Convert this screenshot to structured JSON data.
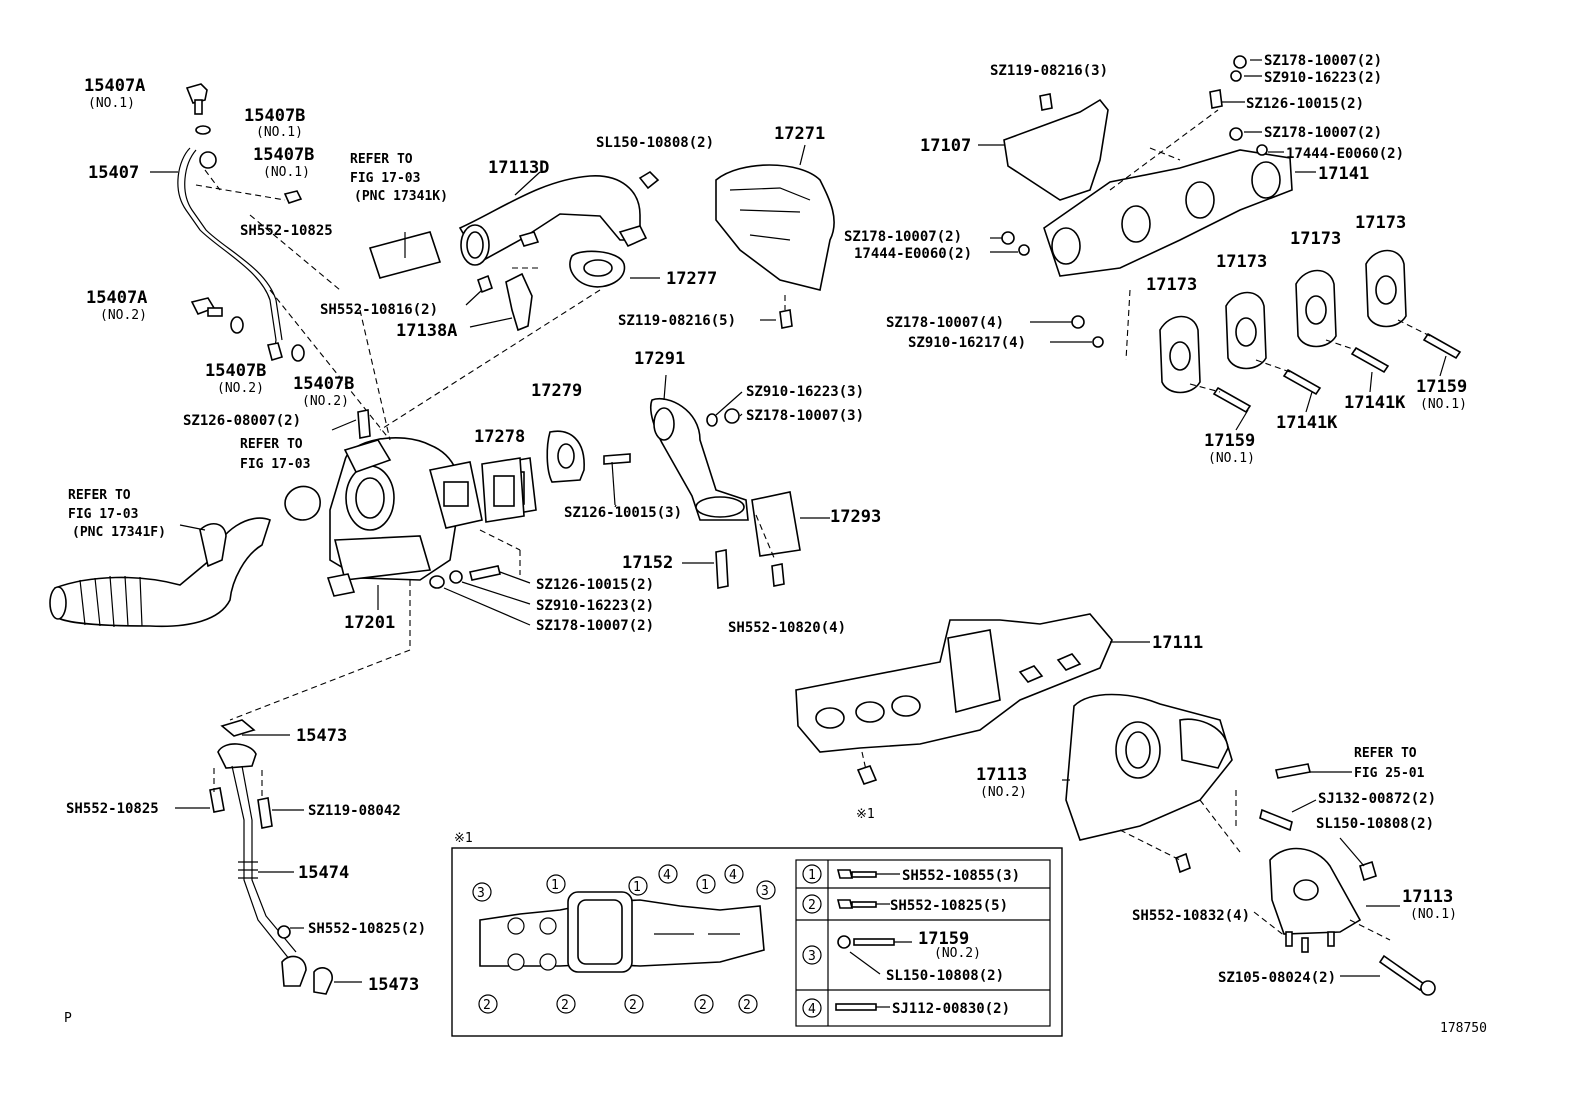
{
  "callouts": [
    {
      "id": "c1",
      "text": "15407A",
      "cls": "big"
    },
    {
      "id": "c2",
      "text": "(NO.1)",
      "cls": "sub"
    },
    {
      "id": "c3",
      "text": "15407B",
      "cls": "big"
    },
    {
      "id": "c4",
      "text": "(NO.1)",
      "cls": "sub"
    },
    {
      "id": "c5",
      "text": "15407B",
      "cls": "big"
    },
    {
      "id": "c6",
      "text": "(NO.1)",
      "cls": "sub"
    },
    {
      "id": "c7",
      "text": "15407",
      "cls": "big"
    },
    {
      "id": "c8",
      "text": "SH552-10825",
      "cls": "pn"
    },
    {
      "id": "c9",
      "text": "15407A",
      "cls": "big"
    },
    {
      "id": "c10",
      "text": "(NO.2)",
      "cls": "sub"
    },
    {
      "id": "c11",
      "text": "15407B",
      "cls": "big"
    },
    {
      "id": "c12",
      "text": "(NO.2)",
      "cls": "sub"
    },
    {
      "id": "c13",
      "text": "15407B",
      "cls": "big"
    },
    {
      "id": "c14",
      "text": "(NO.2)",
      "cls": "sub"
    },
    {
      "id": "c15",
      "text": "SZ126-08007(2)",
      "cls": "pn"
    },
    {
      "id": "c16",
      "text": "REFER TO",
      "cls": "note"
    },
    {
      "id": "c17",
      "text": "FIG 17-03",
      "cls": "note"
    },
    {
      "id": "c18",
      "text": "(PNC 17341K)",
      "cls": "note"
    },
    {
      "id": "c19",
      "text": "17113D",
      "cls": "big"
    },
    {
      "id": "c20",
      "text": "SL150-10808(2)",
      "cls": "pn"
    },
    {
      "id": "c21",
      "text": "17271",
      "cls": "big"
    },
    {
      "id": "c22",
      "text": "17277",
      "cls": "big"
    },
    {
      "id": "c23",
      "text": "SH552-10816(2)",
      "cls": "pn"
    },
    {
      "id": "c24",
      "text": "17138A",
      "cls": "big"
    },
    {
      "id": "c25",
      "text": "SZ119-08216(5)",
      "cls": "pn"
    },
    {
      "id": "c26",
      "text": "REFER TO",
      "cls": "note"
    },
    {
      "id": "c27",
      "text": "FIG 17-03",
      "cls": "note"
    },
    {
      "id": "c28",
      "text": "REFER TO",
      "cls": "note"
    },
    {
      "id": "c29",
      "text": "FIG 17-03",
      "cls": "note"
    },
    {
      "id": "c30",
      "text": "(PNC 17341F)",
      "cls": "note"
    },
    {
      "id": "c31",
      "text": "17279",
      "cls": "big"
    },
    {
      "id": "c32",
      "text": "17278",
      "cls": "big"
    },
    {
      "id": "c33",
      "text": "17291",
      "cls": "big"
    },
    {
      "id": "c34",
      "text": "SZ910-16223(3)",
      "cls": "pn"
    },
    {
      "id": "c35",
      "text": "SZ178-10007(3)",
      "cls": "pn"
    },
    {
      "id": "c36",
      "text": "SZ126-10015(3)",
      "cls": "pn"
    },
    {
      "id": "c37",
      "text": "17293",
      "cls": "big"
    },
    {
      "id": "c38",
      "text": "17152",
      "cls": "big"
    },
    {
      "id": "c39",
      "text": "SH552-10820(4)",
      "cls": "pn"
    },
    {
      "id": "c40",
      "text": "SZ126-10015(2)",
      "cls": "pn"
    },
    {
      "id": "c41",
      "text": "SZ910-16223(2)",
      "cls": "pn"
    },
    {
      "id": "c42",
      "text": "SZ178-10007(2)",
      "cls": "pn"
    },
    {
      "id": "c43",
      "text": "17201",
      "cls": "big"
    },
    {
      "id": "c44",
      "text": "SZ119-08216(3)",
      "cls": "pn"
    },
    {
      "id": "c45",
      "text": "17107",
      "cls": "big"
    },
    {
      "id": "c46",
      "text": "SZ178-10007(2)",
      "cls": "pn"
    },
    {
      "id": "c47",
      "text": "SZ910-16223(2)",
      "cls": "pn"
    },
    {
      "id": "c48",
      "text": "SZ126-10015(2)",
      "cls": "pn"
    },
    {
      "id": "c49",
      "text": "SZ178-10007(2)",
      "cls": "pn"
    },
    {
      "id": "c50",
      "text": "17444-E0060(2)",
      "cls": "pn"
    },
    {
      "id": "c51",
      "text": "17141",
      "cls": "big"
    },
    {
      "id": "c52",
      "text": "SZ178-10007(2)",
      "cls": "pn"
    },
    {
      "id": "c53",
      "text": "17444-E0060(2)",
      "cls": "pn"
    },
    {
      "id": "c54",
      "text": "SZ178-10007(4)",
      "cls": "pn"
    },
    {
      "id": "c55",
      "text": "SZ910-16217(4)",
      "cls": "pn"
    },
    {
      "id": "c56",
      "text": "17173",
      "cls": "big"
    },
    {
      "id": "c57",
      "text": "17173",
      "cls": "big"
    },
    {
      "id": "c58",
      "text": "17173",
      "cls": "big"
    },
    {
      "id": "c59",
      "text": "17173",
      "cls": "big"
    },
    {
      "id": "c60",
      "text": "17159",
      "cls": "big"
    },
    {
      "id": "c61",
      "text": "(NO.1)",
      "cls": "sub"
    },
    {
      "id": "c62",
      "text": "17141K",
      "cls": "big"
    },
    {
      "id": "c63",
      "text": "17141K",
      "cls": "big"
    },
    {
      "id": "c64",
      "text": "17159",
      "cls": "big"
    },
    {
      "id": "c65",
      "text": "(NO.1)",
      "cls": "sub"
    },
    {
      "id": "c66",
      "text": "17111",
      "cls": "big"
    },
    {
      "id": "c67",
      "text": "17113",
      "cls": "big"
    },
    {
      "id": "c68",
      "text": "(NO.2)",
      "cls": "sub"
    },
    {
      "id": "c69",
      "text": "REFER TO",
      "cls": "note"
    },
    {
      "id": "c70",
      "text": "FIG 25-01",
      "cls": "note"
    },
    {
      "id": "c71",
      "text": "SJ132-00872(2)",
      "cls": "pn"
    },
    {
      "id": "c72",
      "text": "SL150-10808(2)",
      "cls": "pn"
    },
    {
      "id": "c73",
      "text": "17113",
      "cls": "big"
    },
    {
      "id": "c74",
      "text": "(NO.1)",
      "cls": "sub"
    },
    {
      "id": "c75",
      "text": "SH552-10832(4)",
      "cls": "pn"
    },
    {
      "id": "c76",
      "text": "SZ105-08024(2)",
      "cls": "pn"
    },
    {
      "id": "c77",
      "text": "※1",
      "cls": "sub"
    },
    {
      "id": "c78",
      "text": "15473",
      "cls": "big"
    },
    {
      "id": "c79",
      "text": "SH552-10825",
      "cls": "pn"
    },
    {
      "id": "c80",
      "text": "SZ119-08042",
      "cls": "pn"
    },
    {
      "id": "c81",
      "text": "15474",
      "cls": "big"
    },
    {
      "id": "c82",
      "text": "SH552-10825(2)",
      "cls": "pn"
    },
    {
      "id": "c83",
      "text": "15473",
      "cls": "big"
    },
    {
      "id": "c84",
      "text": "P",
      "cls": "sub"
    },
    {
      "id": "c85",
      "text": "178750",
      "cls": "sub"
    }
  ],
  "inset": {
    "title": "※1",
    "gasket_markers": [
      "3",
      "1",
      "1",
      "4",
      "1",
      "4",
      "3",
      "2",
      "2",
      "2",
      "2",
      "2"
    ],
    "legend": [
      {
        "num": "1",
        "part": "SH552-10855(3)"
      },
      {
        "num": "2",
        "part": "SH552-10825(5)"
      },
      {
        "num": "3",
        "part": "17159",
        "sub": "(NO.2)",
        "part2": "SL150-10808(2)"
      },
      {
        "num": "4",
        "part": "SJ112-00830(2)"
      }
    ]
  }
}
